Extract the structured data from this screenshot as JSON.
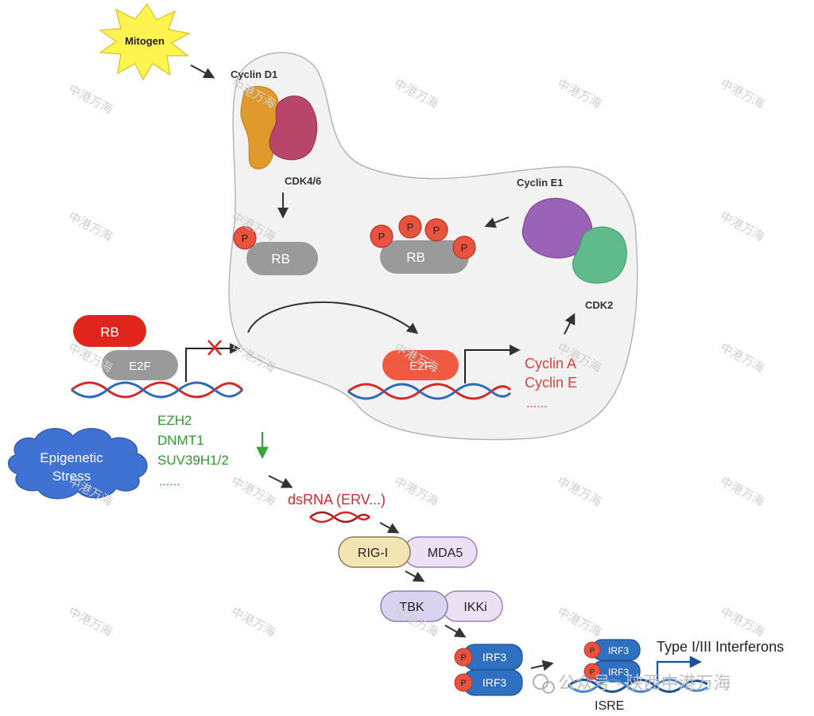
{
  "labels": {
    "mitogen": "Mitogen",
    "cyclin_d1": "Cyclin D1",
    "cdk46": "CDK4/6",
    "cyclin_e1": "Cyclin E1",
    "cdk2": "CDK2",
    "p": "P",
    "rb": "RB",
    "e2f": "E2F",
    "cyclin_a": "Cyclin A",
    "cyclin_e": "Cyclin E",
    "ellipsis": "......",
    "ezh2": "EZH2",
    "dnmt1": "DNMT1",
    "suv39": "SUV39H1/2",
    "epigenetic_line1": "Epigenetic",
    "epigenetic_line2": "Stress",
    "dsrna": "dsRNA (ERV...)",
    "rigi": "RIG-I",
    "mda5": "MDA5",
    "tbk": "TBK",
    "ikki": "IKKi",
    "irf3": "IRF3",
    "interferons": "Type I/III Interferons",
    "isre": "ISRE"
  },
  "watermark": {
    "text": "中港万海",
    "footer": "公众号 · 陕西中港万海"
  },
  "colors": {
    "mitogen_fill": "#fff44f",
    "cyclin_d1": "#e09a2c",
    "cdk46": "#b8456a",
    "cyclin_e1": "#9a63b8",
    "cdk2": "#5fbb8c",
    "phospho": "#e8533f",
    "rb_gray": "#9a9a9a",
    "rb_red": "#e0261c",
    "e2f_red": "#f05a40",
    "dna_red": "#d62828",
    "dna_blue": "#2f6bb5",
    "green_text": "#2e9a2e",
    "red_text": "#e0413a",
    "epigenetic_cloud": "#3f72d3",
    "rigi_fill": "#f3e4b4",
    "mda5_fill": "#ece0f5",
    "tbk_fill": "#d9d3ef",
    "irf3_fill": "#2f70c0",
    "cell_fill": "#f2f2f2"
  }
}
